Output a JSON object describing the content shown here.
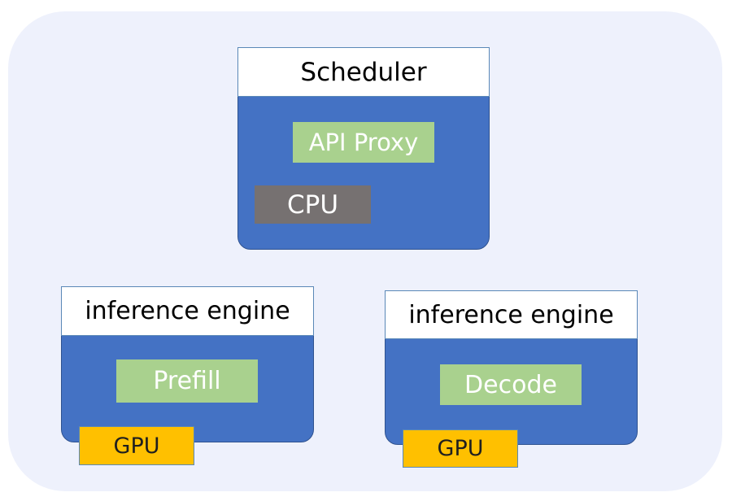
{
  "nodes": {
    "scheduler": {
      "header": "Scheduler",
      "inner": "API Proxy",
      "hardware": "CPU"
    },
    "prefill": {
      "header": "inference engine",
      "inner": "Prefill",
      "hardware": "GPU"
    },
    "decode": {
      "header": "inference engine",
      "inner": "Decode",
      "hardware": "GPU"
    }
  },
  "colors": {
    "background": "#eef1fc",
    "body": "#4472c4",
    "inner": "#a9d18e",
    "cpu": "#767171",
    "gpu": "#ffc000"
  }
}
